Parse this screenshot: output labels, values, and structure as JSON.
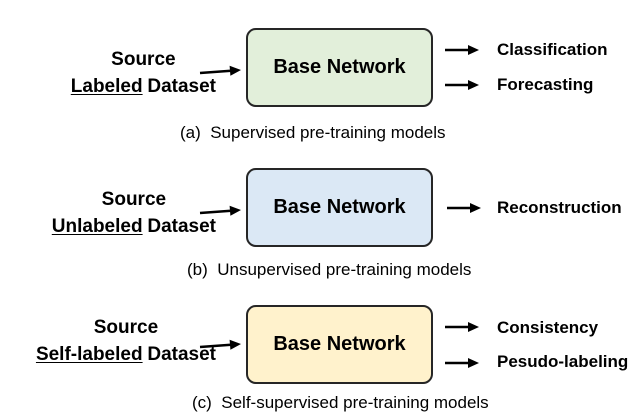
{
  "panels": [
    {
      "source_label": "Source",
      "dataset_underlined": "Labeled",
      "dataset_rest": "Dataset",
      "box_label": "Base Network",
      "box_color": "#e2efda",
      "outputs": [
        "Classification",
        "Forecasting"
      ],
      "caption": "(a)  Supervised pre-training models"
    },
    {
      "source_label": "Source",
      "dataset_underlined": "Unlabeled",
      "dataset_rest": "Dataset",
      "box_label": "Base Network",
      "box_color": "#dbe8f5",
      "outputs": [
        "Reconstruction"
      ],
      "caption": "(b)  Unsupervised pre-training models"
    },
    {
      "source_label": "Source",
      "dataset_underlined": "Self-labeled",
      "dataset_rest": "Dataset",
      "box_label": "Base Network",
      "box_color": "#fff2cc",
      "outputs": [
        "Consistency",
        "Pesudo-labeling"
      ],
      "caption": "(c)  Self-supervised pre-training models"
    }
  ]
}
